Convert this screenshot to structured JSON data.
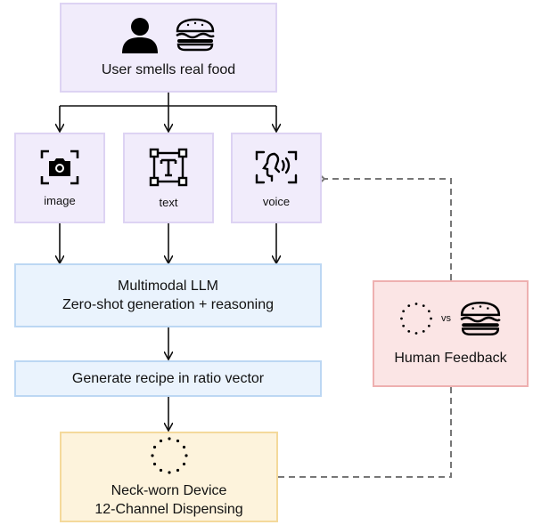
{
  "diagram": {
    "user_node": {
      "label": "User smells real food",
      "icons": [
        "person-icon",
        "burger-icon"
      ]
    },
    "inputs": [
      {
        "label": "image",
        "icon": "camera-icon"
      },
      {
        "label": "text",
        "icon": "text-icon"
      },
      {
        "label": "voice",
        "icon": "voice-icon"
      }
    ],
    "llm_node": {
      "line1": "Multimodal LLM",
      "line2": "Zero-shot generation + reasoning"
    },
    "recipe_node": {
      "label": "Generate recipe in ratio vector"
    },
    "device_node": {
      "line1": "Neck-worn Device",
      "line2": "12-Channel Dispensing",
      "icon": "dispenser-ring-icon"
    },
    "feedback_node": {
      "label": "Human Feedback",
      "vs": "vs",
      "icons": [
        "dispenser-ring-icon",
        "burger-icon"
      ]
    },
    "colors": {
      "purple_fill": "#f1ecfb",
      "purple_border": "#ddd3f3",
      "blue_fill": "#eaf3fd",
      "blue_border": "#bcd7f3",
      "orange_fill": "#fdf3dc",
      "orange_border": "#f4d99b",
      "red_fill": "#fbe5e5",
      "red_border": "#eeb0b0",
      "dashed_line": "#777777"
    }
  }
}
